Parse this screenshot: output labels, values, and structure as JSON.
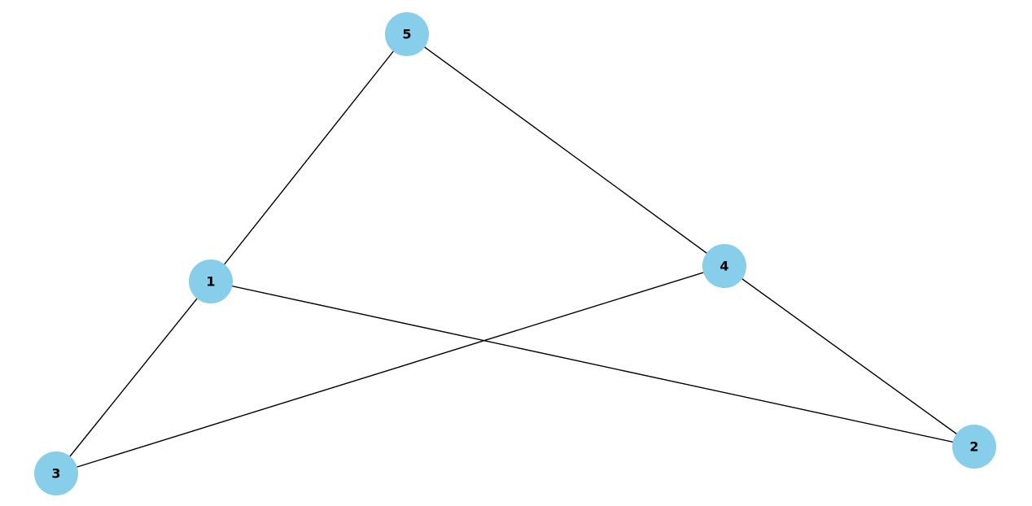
{
  "graph": {
    "node_color": "#87CEEB",
    "edge_color": "#000000",
    "label_color": "#000000",
    "nodes": [
      {
        "id": "n1",
        "label": "1"
      },
      {
        "id": "n2",
        "label": "2"
      },
      {
        "id": "n3",
        "label": "3"
      },
      {
        "id": "n4",
        "label": "4"
      },
      {
        "id": "n5",
        "label": "5"
      }
    ],
    "edges": [
      {
        "source": "n1",
        "target": "n5"
      },
      {
        "source": "n1",
        "target": "n3"
      },
      {
        "source": "n1",
        "target": "n2"
      },
      {
        "source": "n5",
        "target": "n4"
      },
      {
        "source": "n4",
        "target": "n3"
      },
      {
        "source": "n4",
        "target": "n2"
      }
    ]
  }
}
